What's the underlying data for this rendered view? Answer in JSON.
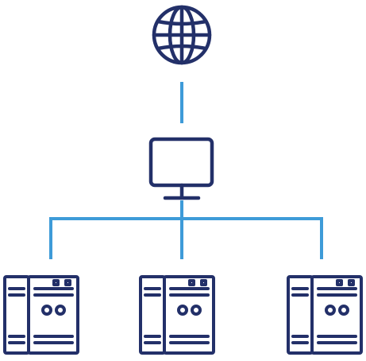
{
  "diagram": {
    "type": "network-topology",
    "nodes": [
      {
        "id": "internet",
        "icon": "globe-icon"
      },
      {
        "id": "workstation",
        "icon": "monitor-icon"
      },
      {
        "id": "server-1",
        "icon": "server-rack-icon"
      },
      {
        "id": "server-2",
        "icon": "server-rack-icon"
      },
      {
        "id": "server-3",
        "icon": "server-rack-icon"
      }
    ],
    "edges": [
      {
        "from": "internet",
        "to": "workstation"
      },
      {
        "from": "workstation",
        "to": "server-1"
      },
      {
        "from": "workstation",
        "to": "server-2"
      },
      {
        "from": "workstation",
        "to": "server-3"
      }
    ]
  },
  "colors": {
    "icon_stroke": "#233069",
    "connector": "#3e9bd8",
    "background": "#ffffff"
  }
}
